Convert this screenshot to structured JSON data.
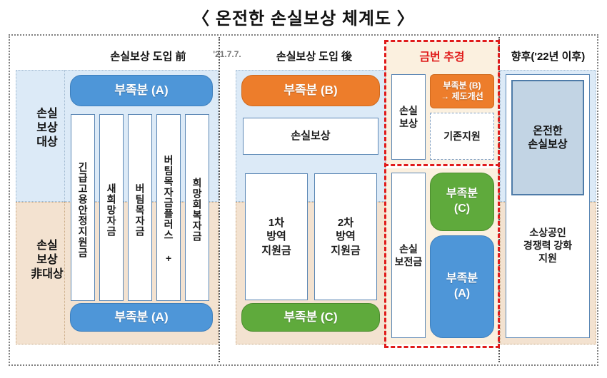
{
  "title": "〈  온전한  손실보상  체계도  〉",
  "headers": {
    "before": "손실보상 도입 前",
    "date": "'21.7.7.",
    "after": "손실보상 도입 後",
    "current": "금번 추경",
    "future": "향후('22년 이후)"
  },
  "side_labels": {
    "covered": "손실\n보상\n대상",
    "not_covered": "손실\n보상\n非대상"
  },
  "col_before": {
    "shortfall_top": "부족분 (A)",
    "shortfall_bottom": "부족분 (A)",
    "programs": [
      "긴급고용안정지원금",
      "새희망자금",
      "버팀목자금",
      "버팀목자금플러스 +",
      "희망회복자금"
    ]
  },
  "col_after": {
    "shortfall_top": "부족분 (B)",
    "compensation": "손실보상",
    "shortfall_bottom": "부족분 (C)",
    "funds": [
      "1차\n방역\n지원금",
      "2차\n방역\n지원금"
    ]
  },
  "col_current": {
    "compensation_top": "손실\n보상",
    "improve": "부족분 (B)\n→ 제도개선",
    "existing": "기존지원",
    "compensation_bottom": "손실\n보전금",
    "shortfall_c": "부족분\n(C)",
    "shortfall_a": "부족분\n(A)"
  },
  "col_future": {
    "complete": "온전한\n손실보상",
    "support": "소상공인\n경쟁력 강화\n지원"
  },
  "colors": {
    "blue": "#4e96d8",
    "orange": "#ed7d2b",
    "green": "#5faa3c",
    "red": "#e01b1b",
    "band_blue": "#dceaf7",
    "band_beige": "#f3e2d0",
    "cream": "#fbf0df",
    "gray_blue": "#c2d4e4"
  }
}
